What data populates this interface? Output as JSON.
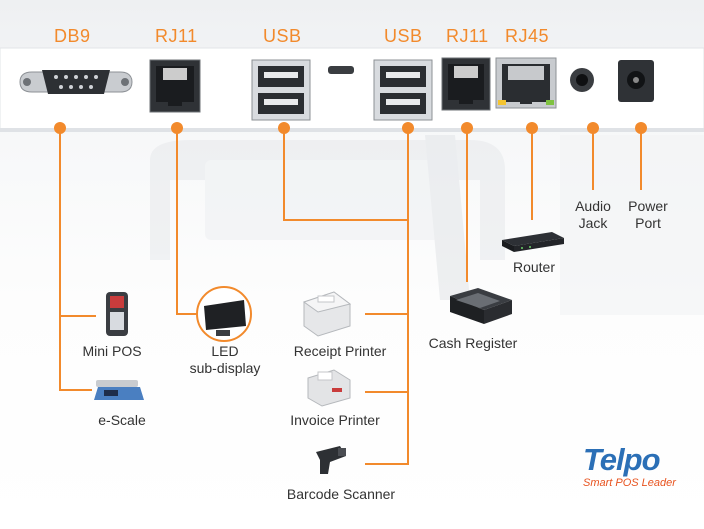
{
  "ports": {
    "db9": "DB9",
    "rj11_left": "RJ11",
    "usb_left": "USB",
    "usb_right": "USB",
    "rj11_right": "RJ11",
    "rj45": "RJ45"
  },
  "side_ports": {
    "audio_line1": "Audio",
    "audio_line2": "Jack",
    "power_line1": "Power",
    "power_line2": "Port"
  },
  "devices": {
    "mini_pos": "Mini POS",
    "led_line1": "LED",
    "led_line2": "sub-display",
    "e_scale": "e-Scale",
    "receipt_printer": "Receipt Printer",
    "invoice_printer": "Invoice Printer",
    "barcode_scanner": "Barcode Scanner",
    "cash_register": "Cash Register",
    "router": "Router"
  },
  "logo": {
    "brand": "Telpo",
    "tagline": "Smart POS Leader"
  },
  "colors": {
    "accent_orange": "#f28a2c",
    "brand_blue": "#2b6fb6",
    "tagline_red": "#e8531f"
  }
}
